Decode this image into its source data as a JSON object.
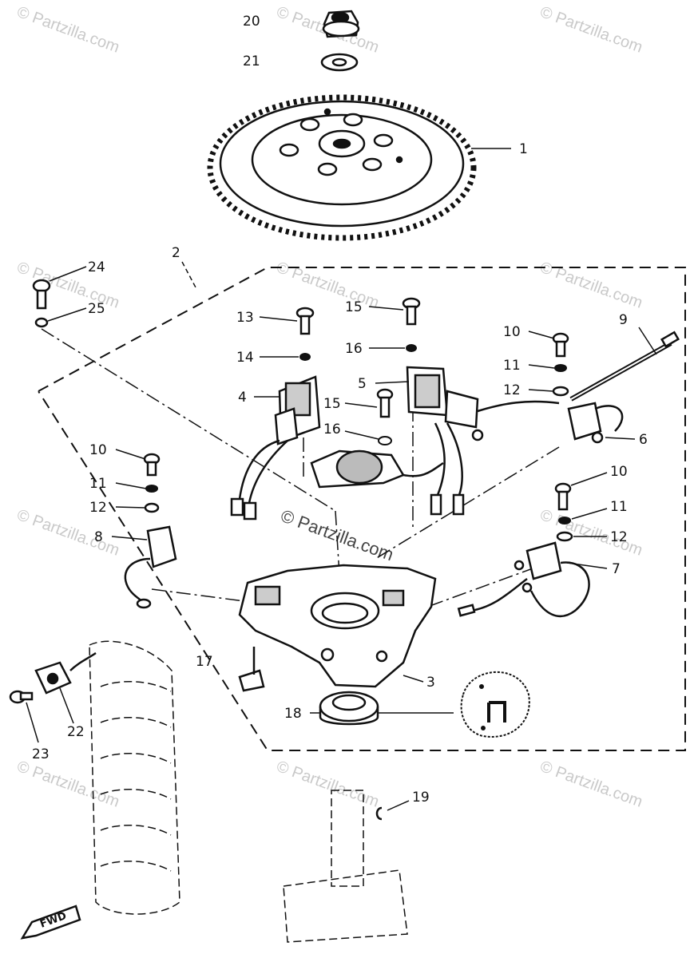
{
  "watermark": {
    "text": "© Partzilla.com",
    "center_text": "© Partzilla.com"
  },
  "callouts": {
    "c1": "1",
    "c2": "2",
    "c3": "3",
    "c4": "4",
    "c5": "5",
    "c6": "6",
    "c7": "7",
    "c8": "8",
    "c9": "9",
    "c10a": "10",
    "c10b": "10",
    "c10c": "10",
    "c11a": "11",
    "c11b": "11",
    "c11c": "11",
    "c12a": "12",
    "c12b": "12",
    "c12c": "12",
    "c13": "13",
    "c14": "14",
    "c15a": "15",
    "c15b": "15",
    "c16a": "16",
    "c16b": "16",
    "c17": "17",
    "c18": "18",
    "c19": "19",
    "c20": "20",
    "c21": "21",
    "c22": "22",
    "c23": "23",
    "c24": "24",
    "c25": "25"
  },
  "direction_marker": "FWD",
  "colors": {
    "ink": "#111111",
    "paper": "#ffffff",
    "watermark": "#b8b8b8"
  }
}
